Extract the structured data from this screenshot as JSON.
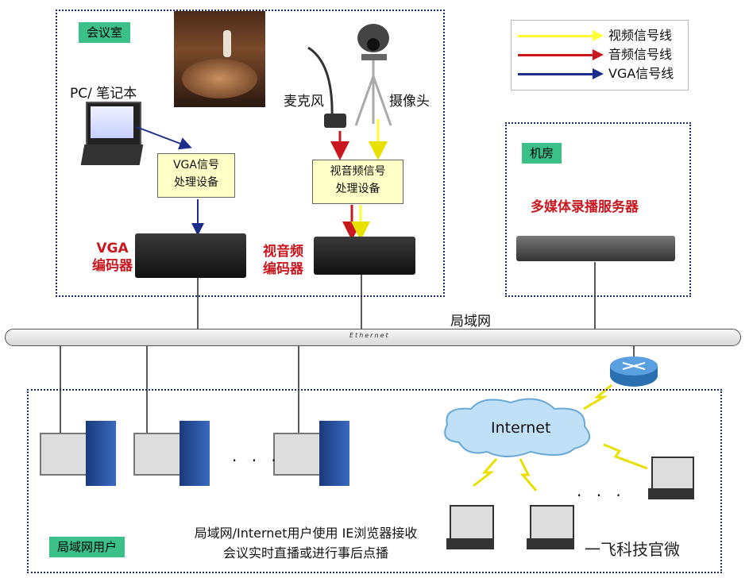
{
  "legend": {
    "video": {
      "label": "视频信号线",
      "color": "#ffff33"
    },
    "audio": {
      "label": "音频信号线",
      "color": "#c8171e"
    },
    "vga": {
      "label": "VGA信号线",
      "color": "#1c2d8c"
    }
  },
  "meeting_room": {
    "tag": "会议室",
    "pc_label": "PC/ 笔记本",
    "mic_label": "麦克风",
    "camera_label": "摄像头",
    "vga_proc": [
      "VGA信号",
      "处理设备"
    ],
    "av_proc": [
      "视音频信号",
      "处理设备"
    ],
    "vga_encoder": [
      "VGA",
      "编码器"
    ],
    "av_encoder": [
      "视音频",
      "编码器"
    ]
  },
  "machine_room": {
    "tag": "机房",
    "server_label": "多媒体录播服务器"
  },
  "lan": {
    "label": "局域网",
    "ethernet_text": "Ethernet"
  },
  "users": {
    "tag": "局域网用户",
    "dots": "· · ·",
    "dots2": "· · ·",
    "note_line1": "局域网/Internet用户使用 IE浏览器接收",
    "note_line2": "会议实时直播或进行事后点播"
  },
  "internet": {
    "label": "Internet"
  },
  "watermark": "一飞科技官微",
  "colors": {
    "zone_border": "#1e2a78",
    "tag_bg": "#3cc08a",
    "proc_box_bg": "#ffffc8",
    "encoder_text": "#c8171e"
  }
}
